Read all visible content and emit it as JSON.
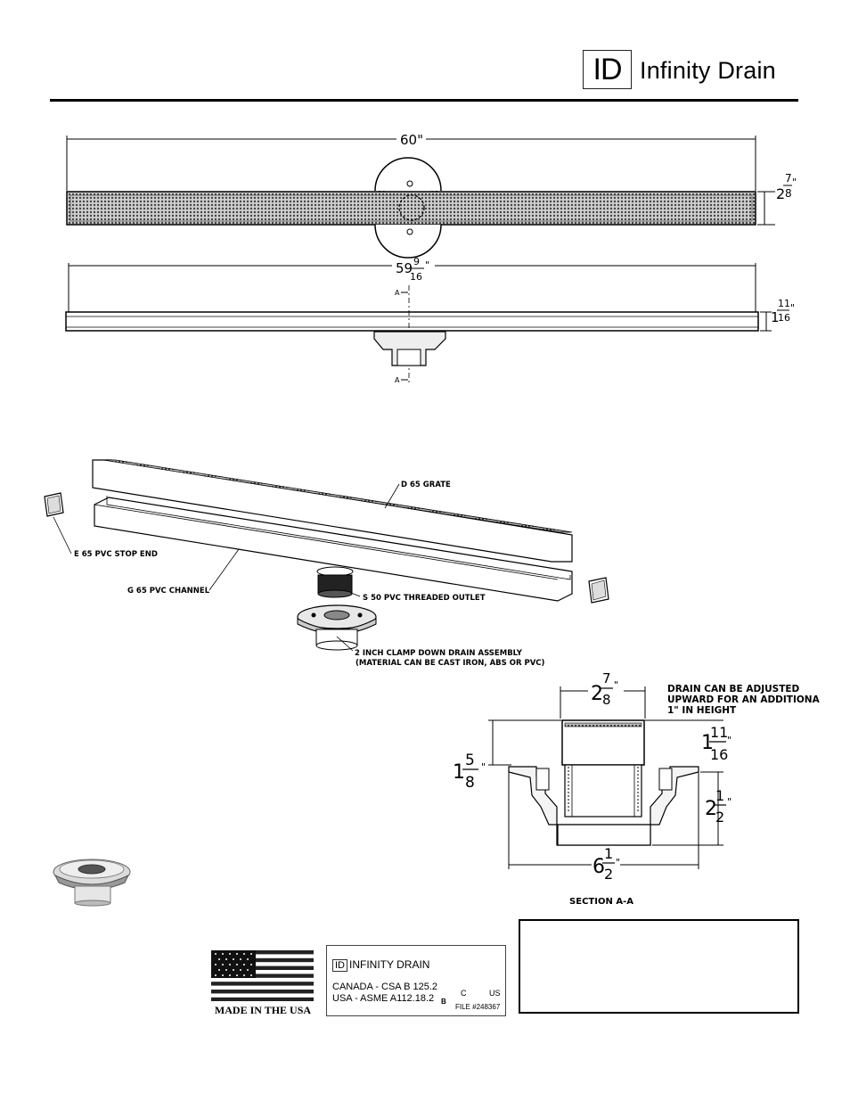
{
  "header": {
    "logo_mark": "ID",
    "brand_name": "Infinity Drain"
  },
  "top_view": {
    "length_dim": "60\"",
    "height_dim_whole": "2",
    "height_dim_num": "7",
    "height_dim_den": "8"
  },
  "side_view": {
    "length_whole": "59",
    "length_num": "9",
    "length_den": "16",
    "height_whole": "1",
    "height_num": "11",
    "height_den": "16",
    "section_mark_top": "A",
    "section_mark_bottom": "A"
  },
  "exploded_view": {
    "callouts": [
      "D 65 GRATE",
      "E 65 PVC STOP END",
      "G 65 PVC CHANNEL",
      "S 50 PVC THREADED OUTLET",
      "2 INCH CLAMP DOWN DRAIN ASSEMBLY",
      "(MATERIAL CAN BE CAST IRON, ABS OR PVC)"
    ]
  },
  "section_view": {
    "top_width_whole": "2",
    "top_width_num": "7",
    "top_width_den": "8",
    "note_lines": [
      "DRAIN CAN BE ADJUSTED",
      "UPWARD FOR AN ADDITIONA",
      "1\" IN HEIGHT"
    ],
    "right_height_whole": "1",
    "right_height_num": "11",
    "right_height_den": "16",
    "left_height_whole": "1",
    "left_height_num": "5",
    "left_height_den": "8",
    "body_height_whole": "2",
    "body_height_num": "1",
    "body_height_den": "2",
    "base_width_whole": "6",
    "base_width_num": "1",
    "base_width_den": "2",
    "title": "SECTION A-A"
  },
  "badges": {
    "usa_label": "MADE IN THE USA",
    "csa_mark": "ID",
    "csa_brand": "INFINITY DRAIN",
    "csa_line1": "CANADA - CSA B 125.2",
    "csa_line2": "USA - ASME A112.18.2",
    "csa_b": "B",
    "csa_c": "C",
    "csa_us": "US",
    "csa_file": "FILE #248367"
  },
  "colors": {
    "ink": "#000000",
    "grate_fill": "#9a9a9a",
    "flag_red": "#222222",
    "flag_blue": "#111111"
  }
}
